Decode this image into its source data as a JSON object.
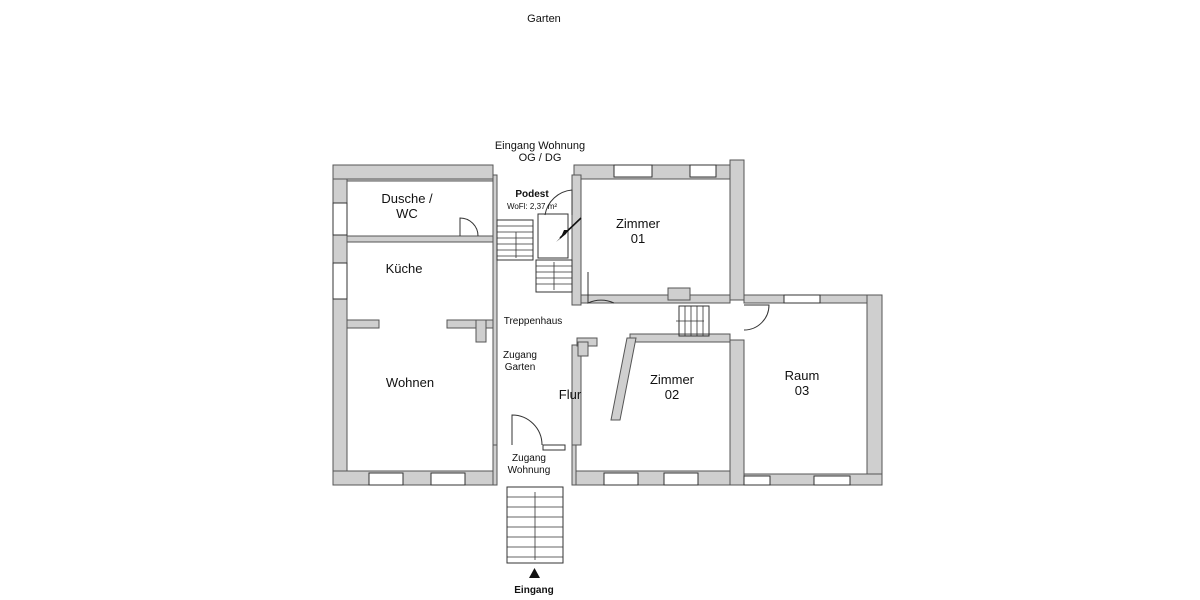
{
  "labels": {
    "garden": "Garten",
    "entrance_upper_1": "Eingang Wohnung",
    "entrance_upper_2": "OG / DG",
    "landing_title": "Podest",
    "landing_area": "WoFl: 2,37 m²",
    "shower_1": "Dusche /",
    "shower_2": "WC",
    "kitchen": "Küche",
    "living": "Wohnen",
    "stairwell": "Treppenhaus",
    "garden_access_1": "Zugang",
    "garden_access_2": "Garten",
    "hall": "Flur",
    "apartment_access_1": "Zugang",
    "apartment_access_2": "Wohnung",
    "room01_1": "Zimmer",
    "room01_2": "01",
    "room02_1": "Zimmer",
    "room02_2": "02",
    "room03_1": "Raum",
    "room03_2": "03",
    "entrance": "Eingang"
  },
  "colors": {
    "wall_fill": "#cfcfcf",
    "wall_stroke": "#555555",
    "line": "#333333",
    "text": "#111111"
  },
  "icons": {
    "entrance_marker": "triangle-up-icon",
    "direction_arrow": "arrow-down-left-icon"
  }
}
